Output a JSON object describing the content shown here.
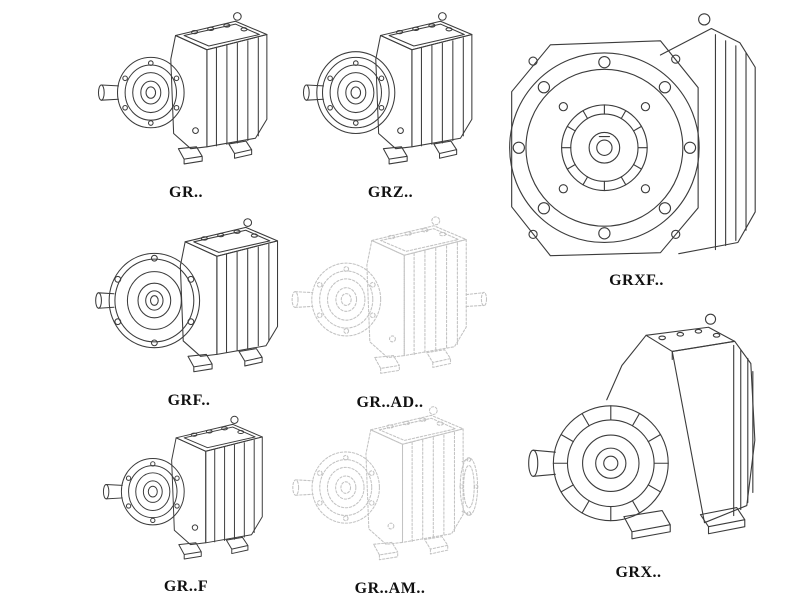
{
  "figures": [
    {
      "id": "gr",
      "label": "GR..",
      "style": "solid",
      "drawing": "inline-gearbox"
    },
    {
      "id": "grz",
      "label": "GRZ..",
      "style": "solid",
      "drawing": "inline-gearbox-reinforced"
    },
    {
      "id": "grxf",
      "label": "GRXF..",
      "style": "solid",
      "drawing": "flange-front-gearbox"
    },
    {
      "id": "grf",
      "label": "GRF..",
      "style": "solid",
      "drawing": "flange-mounted-gearbox"
    },
    {
      "id": "grad",
      "label": "GR..AD..",
      "style": "faded",
      "drawing": "gearbox-with-input-adapter"
    },
    {
      "id": "grff",
      "label": "GR..F",
      "style": "solid",
      "drawing": "foot-mounted-gearbox"
    },
    {
      "id": "gram",
      "label": "GR..AM..",
      "style": "faded",
      "drawing": "gearbox-with-motor-flange"
    },
    {
      "id": "grx",
      "label": "GRX..",
      "style": "solid",
      "drawing": "large-foot-mounted-gearbox"
    }
  ],
  "colors": {
    "background": "#ffffff",
    "line": "#3c3c3c",
    "faded_line": "#c3c3c3",
    "label_text": "#111111"
  }
}
